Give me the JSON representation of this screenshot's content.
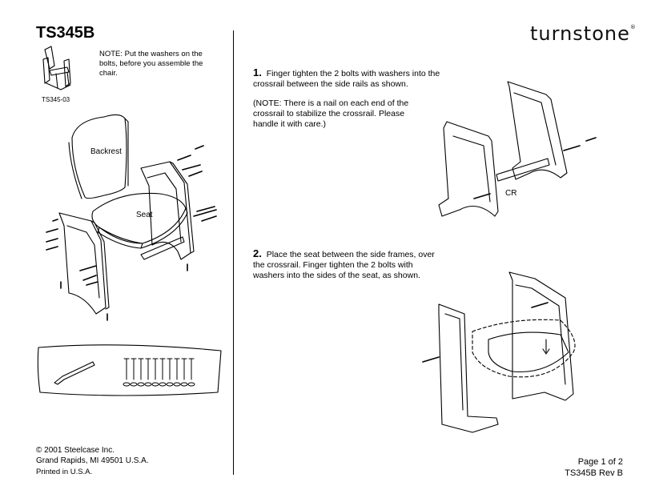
{
  "header": {
    "doc_id": "TS345B",
    "brand": "turnstone",
    "brand_mark": "®"
  },
  "left": {
    "model_label": "TS345-03",
    "note": "NOTE: Put the washers on the bolts, before you assemble the chair.",
    "backrest_label": "Backrest",
    "seat_label": "Seat"
  },
  "steps": [
    {
      "number": "1.",
      "text": "Finger tighten the 2 bolts with washers into the crossrail between the side rails as shown."
    },
    {
      "number": "2.",
      "text": "Place the seat between the side frames, over the crossrail. Finger tighten the 2 bolts with washers into the sides of the seat, as shown."
    }
  ],
  "step1_note": "(NOTE: There is a nail on each end of the crossrail to stabilize the crossrail. Please handle it with care.)",
  "crossrail_label": "CR",
  "footer": {
    "copyright": "© 2001 Steelcase Inc.",
    "address": "Grand Rapids, MI 49501 U.S.A.",
    "printed": "Printed in U.S.A.",
    "page": "Page 1 of 2",
    "rev": "TS345B Rev B"
  }
}
